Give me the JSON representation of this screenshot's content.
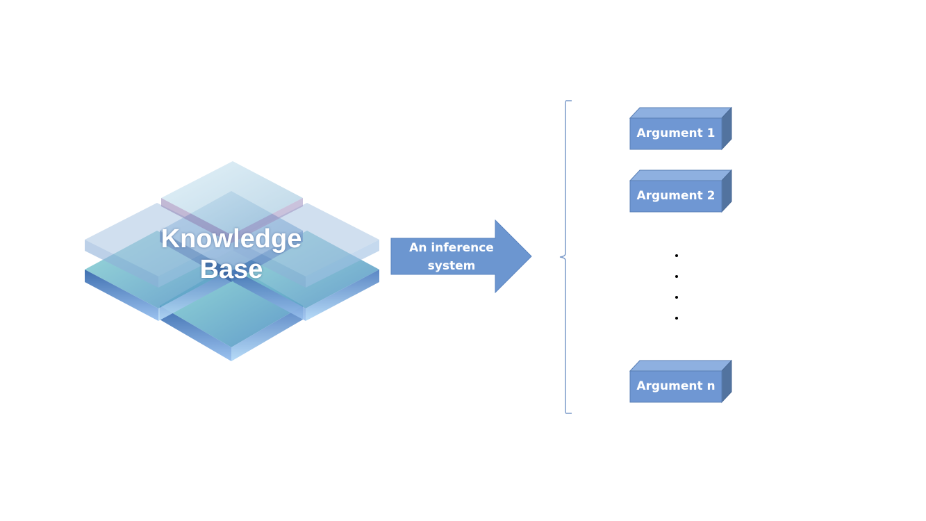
{
  "knowledge_base": {
    "line1": "Knowledge",
    "line2": "Base"
  },
  "inference_arrow": {
    "line1": "An inference",
    "line2": "system"
  },
  "arguments": [
    {
      "label": "Argument 1"
    },
    {
      "label": "Argument 2"
    },
    {
      "label": "Argument n"
    }
  ],
  "ellipsis": {
    "dot_count": 4
  },
  "colors": {
    "box_front": "#6f97d3",
    "box_top": "#8eb0e0",
    "box_side": "#52739f",
    "arrow_fill": "#6c96d0",
    "bracket": "#7a9ac9",
    "label_text": "#ffffff"
  }
}
